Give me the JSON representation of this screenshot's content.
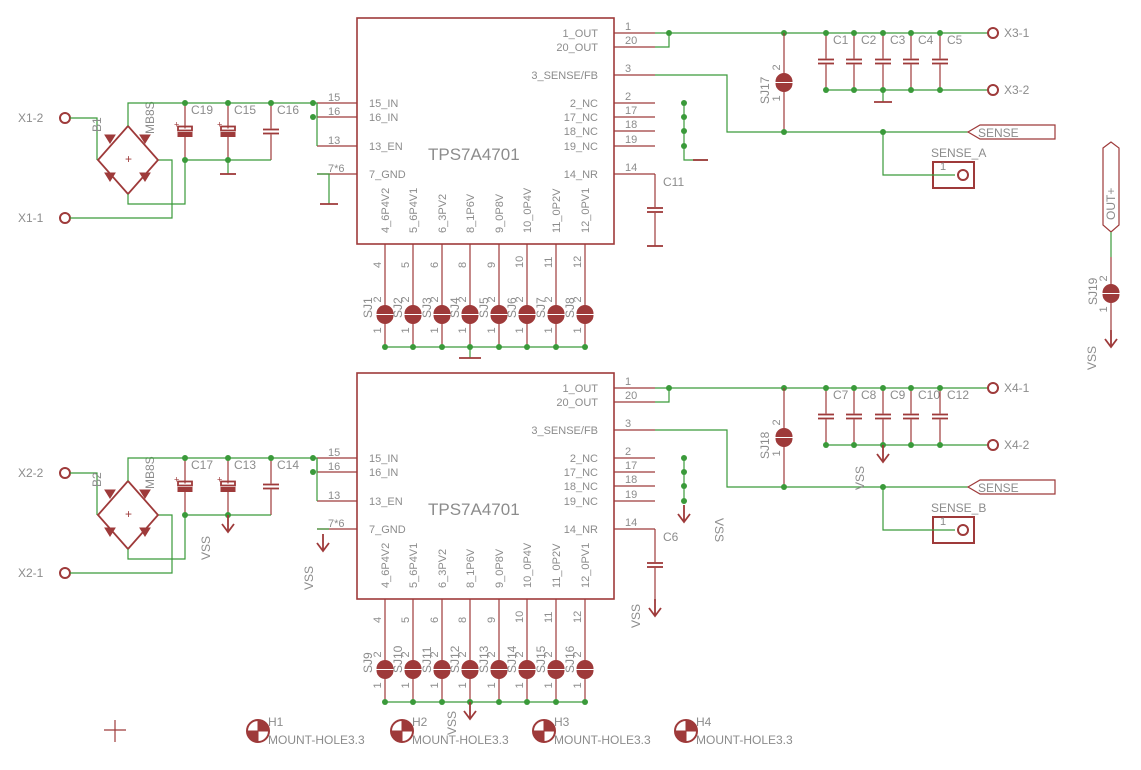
{
  "ic_name": "TPS7A4701",
  "ic_pins_left": [
    "15_IN",
    "16_IN",
    "13_EN",
    "7_GND"
  ],
  "ic_pins_right": [
    "1_OUT",
    "20_OUT",
    "3_SENSE/FB",
    "2_NC",
    "17_NC",
    "18_NC",
    "19_NC",
    "14_NR"
  ],
  "ic_pins_bottom": [
    "4_6P4V2",
    "5_6P4V1",
    "6_3PV2",
    "8_1P6V",
    "9_0P8V",
    "10_0P4V",
    "11_0P2V",
    "12_0PV1"
  ],
  "pin_nums_left": [
    "15",
    "16",
    "13",
    "7*6"
  ],
  "pin_nums_right": [
    "1",
    "20",
    "3",
    "2",
    "17",
    "18",
    "19",
    "14"
  ],
  "pin_nums_bottom": [
    "4",
    "5",
    "6",
    "8",
    "9",
    "10",
    "11",
    "12"
  ],
  "reg1": {
    "in_pos": "X1-2",
    "in_neg": "X1-1",
    "bridge": "B1",
    "bridge_val": "MB8S",
    "in_caps": [
      "C19",
      "C15",
      "C16"
    ],
    "out_caps": [
      "C1",
      "C2",
      "C3",
      "C4",
      "C5"
    ],
    "nr_cap": "C11",
    "out_pos": "X3-1",
    "out_neg": "X3-2",
    "sj_out": "SJ17",
    "sense_net": "SENSE",
    "sense_conn": "SENSE_A",
    "sj_bottom": [
      "SJ1",
      "SJ2",
      "SJ3",
      "SJ4",
      "SJ5",
      "SJ6",
      "SJ7",
      "SJ8"
    ]
  },
  "reg2": {
    "in_pos": "X2-2",
    "in_neg": "X2-1",
    "bridge": "B2",
    "bridge_val": "MB8S",
    "in_caps": [
      "C17",
      "C13",
      "C14"
    ],
    "out_caps": [
      "C7",
      "C8",
      "C9",
      "C10",
      "C12"
    ],
    "nr_cap": "C6",
    "out_pos": "X4-1",
    "out_neg": "X4-2",
    "sj_out": "SJ18",
    "sense_net": "SENSE",
    "sense_conn": "SENSE_B",
    "sj_bottom": [
      "SJ9",
      "SJ10",
      "SJ11",
      "SJ12",
      "SJ13",
      "SJ14",
      "SJ15",
      "SJ16"
    ]
  },
  "sj19": "SJ19",
  "out_net": "OUT+",
  "vss": "VSS",
  "conn_pin": "1",
  "sj_pins": [
    "1",
    "2"
  ],
  "mount_holes": [
    {
      "ref": "H1",
      "val": "MOUNT-HOLE3.3"
    },
    {
      "ref": "H2",
      "val": "MOUNT-HOLE3.3"
    },
    {
      "ref": "H3",
      "val": "MOUNT-HOLE3.3"
    },
    {
      "ref": "H4",
      "val": "MOUNT-HOLE3.3"
    }
  ]
}
